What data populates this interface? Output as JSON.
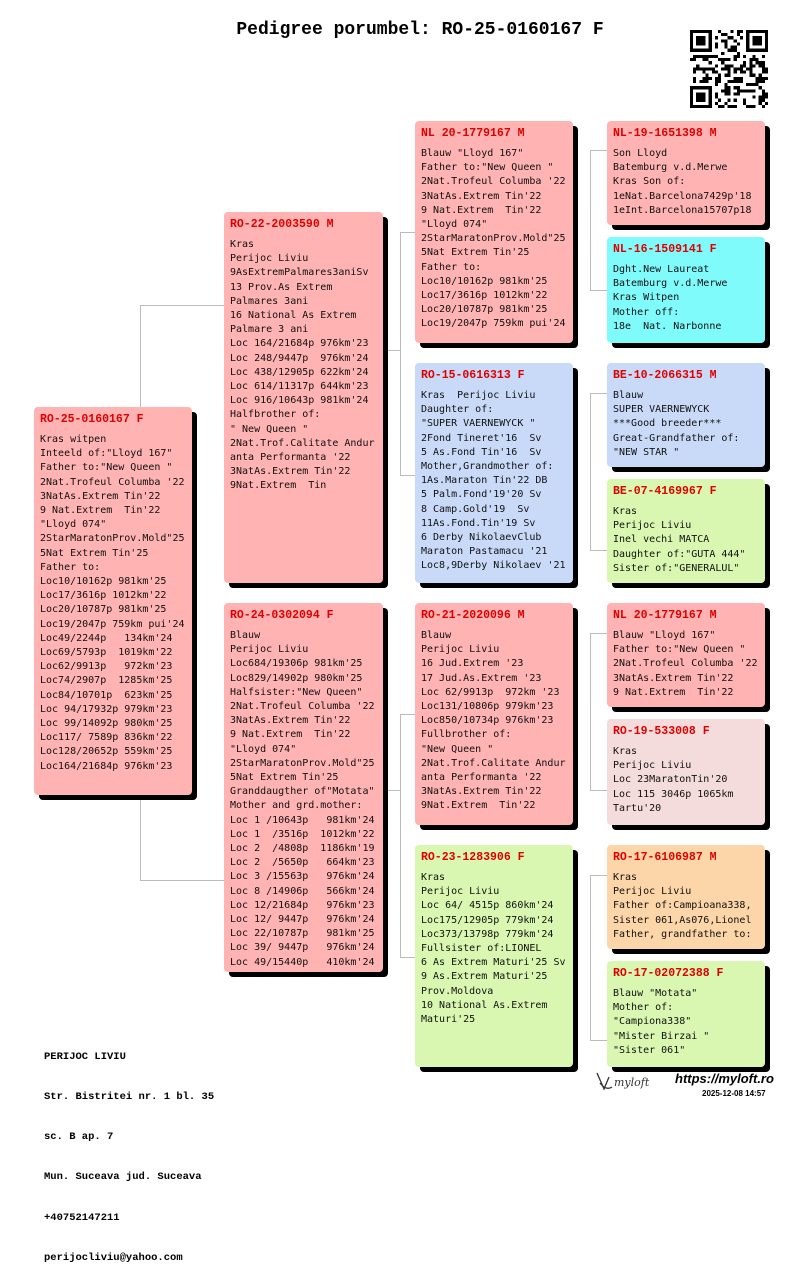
{
  "header": {
    "title": "Pedigree porumbel: RO-25-0160167 F"
  },
  "pigeons": {
    "subject": {
      "ring": "RO-25-0160167 F",
      "color": "#ffb3b3",
      "lines": [
        "Kras witpen",
        "Inteeld of:\"Lloyd 167\"",
        "Father to:\"New Queen \"",
        "2Nat.Trofeul Columba '22",
        "3NatAs.Extrem Tin'22",
        "9 Nat.Extrem  Tin'22",
        "\"Lloyd 074\"",
        "2StarMaratonProv.Mold\"25",
        "5Nat Extrem Tin'25",
        "Father to:",
        "Loc10/10162p 981km'25",
        "Loc17/3616p 1012km'22",
        "Loc20/10787p 981km'25",
        "Loc19/2047p 759km pui'24",
        "Loc49/2244p   134km'24",
        "Loc69/5793p  1019km'22",
        "Loc62/9913p   972km'23",
        "Loc74/2907p  1285km'25",
        "Loc84/10701p  623km'25",
        "Loc 94/17932p 979km'23",
        "Loc 99/14092p 980km'25",
        "Loc117/ 7589p 836km'22",
        "Loc128/20652p 559km'25",
        "Loc164/21684p 976km'23"
      ]
    },
    "sire": {
      "ring": "RO-22-2003590 M",
      "color": "#ffb3b3",
      "lines": [
        "Kras",
        "Perijoc Liviu",
        "9AsExtremPalmares3aniSv",
        "13 Prov.As Extrem",
        "Palmares 3ani",
        "16 National As Extrem",
        "Palmare 3 ani",
        "Loc 164/21684p 976km'23",
        "Loc 248/9447p  976km'24",
        "Loc 438/12905p 622km'24",
        "Loc 614/11317p 644km'23",
        "Loc 916/10643p 981km'24",
        "Halfbrother of:",
        "\" New Queen \"",
        "2Nat.Trof.Calitate Andur",
        "anta Performanta '22",
        "3NatAs.Extrem Tin'22",
        "9Nat.Extrem  Tin"
      ]
    },
    "dam": {
      "ring": "RO-24-0302094 F",
      "color": "#ffb3b3",
      "lines": [
        "Blauw",
        "Perijoc Liviu",
        "Loc684/19306p 981km'25",
        "Loc829/14902p 980km'25",
        "Halfsister:\"New Queen\"",
        "2Nat.Trofeul Columba '22",
        "3NatAs.Extrem Tin'22",
        "9 Nat.Extrem  Tin'22",
        "\"Lloyd 074\"",
        "2StarMaratonProv.Mold\"25",
        "5Nat Extrem Tin'25",
        "Granddaugther of\"Motata\"",
        "Mother and grd.mother:",
        "Loc 1 /10643p   981km'24",
        "Loc 1  /3516p  1012km'22",
        "Loc 2  /4808p  1186km'19",
        "Loc 2  /5650p   664km'23",
        "Loc 3 /15563p   976km'24",
        "Loc 8 /14906p   566km'24",
        "Loc 12/21684p   976km'23",
        "Loc 12/ 9447p   976km'24",
        "Loc 22/10787p   981km'25",
        "Loc 39/ 9447p   976km'24",
        "Loc 49/15440p   410km'24"
      ]
    },
    "ss": {
      "ring": "NL 20-1779167 M",
      "color": "#ffb3b3",
      "lines": [
        "Blauw \"Lloyd 167\"",
        "Father to:\"New Queen \"",
        "2Nat.Trofeul Columba '22",
        "3NatAs.Extrem Tin'22",
        "9 Nat.Extrem  Tin'22",
        "\"Lloyd 074\"",
        "2StarMaratonProv.Mold\"25",
        "5Nat Extrem Tin'25",
        "Father to:",
        "Loc10/10162p 981km'25",
        "Loc17/3616p 1012km'22",
        "Loc20/10787p 981km'25",
        "Loc19/2047p 759km pui'24"
      ]
    },
    "sd": {
      "ring": "RO-15-0616313 F",
      "color": "#c9daf8",
      "lines": [
        "Kras  Perijoc Liviu",
        "Daughter of:",
        "\"SUPER VAERNEWYCK \"",
        "2Fond Tineret'16  Sv",
        "5 As.Fond Tin'16  Sv",
        "Mother,Grandmother of:",
        "1As.Maraton Tin'22 DB",
        "5 Palm.Fond'19'20 Sv",
        "8 Camp.Gold'19  Sv",
        "11As.Fond.Tin'19 Sv",
        "6 Derby NikolaevClub",
        "Maraton Pastamacu '21",
        "Loc8,9Derby Nikolaev '21"
      ]
    },
    "ds": {
      "ring": "RO-21-2020096 M",
      "color": "#ffb3b3",
      "lines": [
        "Blauw",
        "Perijoc Liviu",
        "16 Jud.Extrem '23",
        "17 Jud.As.Extrem '23",
        "Loc 62/9913p  972km '23",
        "Loc131/10806p 979km'23",
        "Loc850/10734p 976km'23",
        "Fullbrother of:",
        "\"New Queen \"",
        "2Nat.Trof.Calitate Andur",
        "anta Performanta '22",
        "3NatAs.Extrem Tin'22",
        "9Nat.Extrem  Tin'22"
      ]
    },
    "dd": {
      "ring": "RO-23-1283906 F",
      "color": "#d9f7b0",
      "lines": [
        "Kras",
        "Perijoc Liviu",
        "Loc 64/ 4515p 860km'24",
        "Loc175/12905p 779km'24",
        "Loc373/13798p 779km'24",
        "Fullsister of:LIONEL",
        "6 As Extrem Maturi'25 Sv",
        "9 As.Extrem Maturi'25",
        "Prov.Moldova",
        "10 National As.Extrem",
        "Maturi'25"
      ]
    },
    "sss": {
      "ring": "NL-19-1651398 M",
      "color": "#ffb3b3",
      "lines": [
        "Son Lloyd",
        "Batemburg v.d.Merwe",
        "Kras Son of:",
        "1eNat.Barcelona7429p'18",
        "1eInt.Barcelona15707p18"
      ]
    },
    "ssd": {
      "ring": "NL-16-1509141 F",
      "color": "#80fbfb",
      "lines": [
        "Dght.New Laureat",
        "Batemburg v.d.Merwe",
        "Kras Witpen",
        "Mother off:",
        "18e  Nat. Narbonne"
      ]
    },
    "sds": {
      "ring": "BE-10-2066315 M",
      "color": "#c9daf8",
      "lines": [
        "Blauw",
        "SUPER VAERNEWYCK",
        "***Good breeder***",
        "Great-Grandfather of:",
        "\"NEW STAR \""
      ]
    },
    "sdd": {
      "ring": "BE-07-4169967 F",
      "color": "#d9f7b0",
      "lines": [
        "Kras",
        "Perijoc Liviu",
        "Inel vechi MATCA",
        "Daughter of:\"GUTA 444\"",
        "Sister of:\"GENERALUL\""
      ]
    },
    "dss": {
      "ring": "NL 20-1779167 M",
      "color": "#ffb3b3",
      "lines": [
        "Blauw \"Lloyd 167\"",
        "Father to:\"New Queen \"",
        "2Nat.Trofeul Columba '22",
        "3NatAs.Extrem Tin'22",
        "9 Nat.Extrem  Tin'22"
      ]
    },
    "dsd": {
      "ring": "RO-19-533008 F",
      "color": "#f4dcdc",
      "lines": [
        "Kras",
        "Perijoc Liviu",
        "Loc 23MaratonTin'20",
        "Loc 115 3046p 1065km",
        "Tartu'20"
      ]
    },
    "dds": {
      "ring": "RO-17-6106987 M",
      "color": "#fcd5a8",
      "lines": [
        "Kras",
        "Perijoc Liviu",
        "Father of:Campioana338,",
        "Sister 061,As076,Lionel",
        "Father, grandfather to:"
      ]
    },
    "ddd": {
      "ring": "RO-17-02072388 F",
      "color": "#d9f7b0",
      "lines": [
        "Blauw \"Motata\"",
        "Mother of:",
        "\"Campiona338\"",
        "\"Mister Birzai \"",
        "\"Sister 061\""
      ]
    }
  },
  "colors": {
    "ring_text": "#e00000",
    "connector": "#bbbbbb"
  },
  "footer": {
    "owner_lines": [
      "PERIJOC LIVIU",
      "Str. Bistritei nr. 1 bl. 35",
      "sc. B ap. 7",
      "Mun. Suceava jud. Suceava",
      "+40752147211",
      "perijocliviu@yahoo.com"
    ],
    "logo_text": "myloft",
    "url": "https://myloft.ro",
    "date": "2025-12-08 14:57"
  }
}
